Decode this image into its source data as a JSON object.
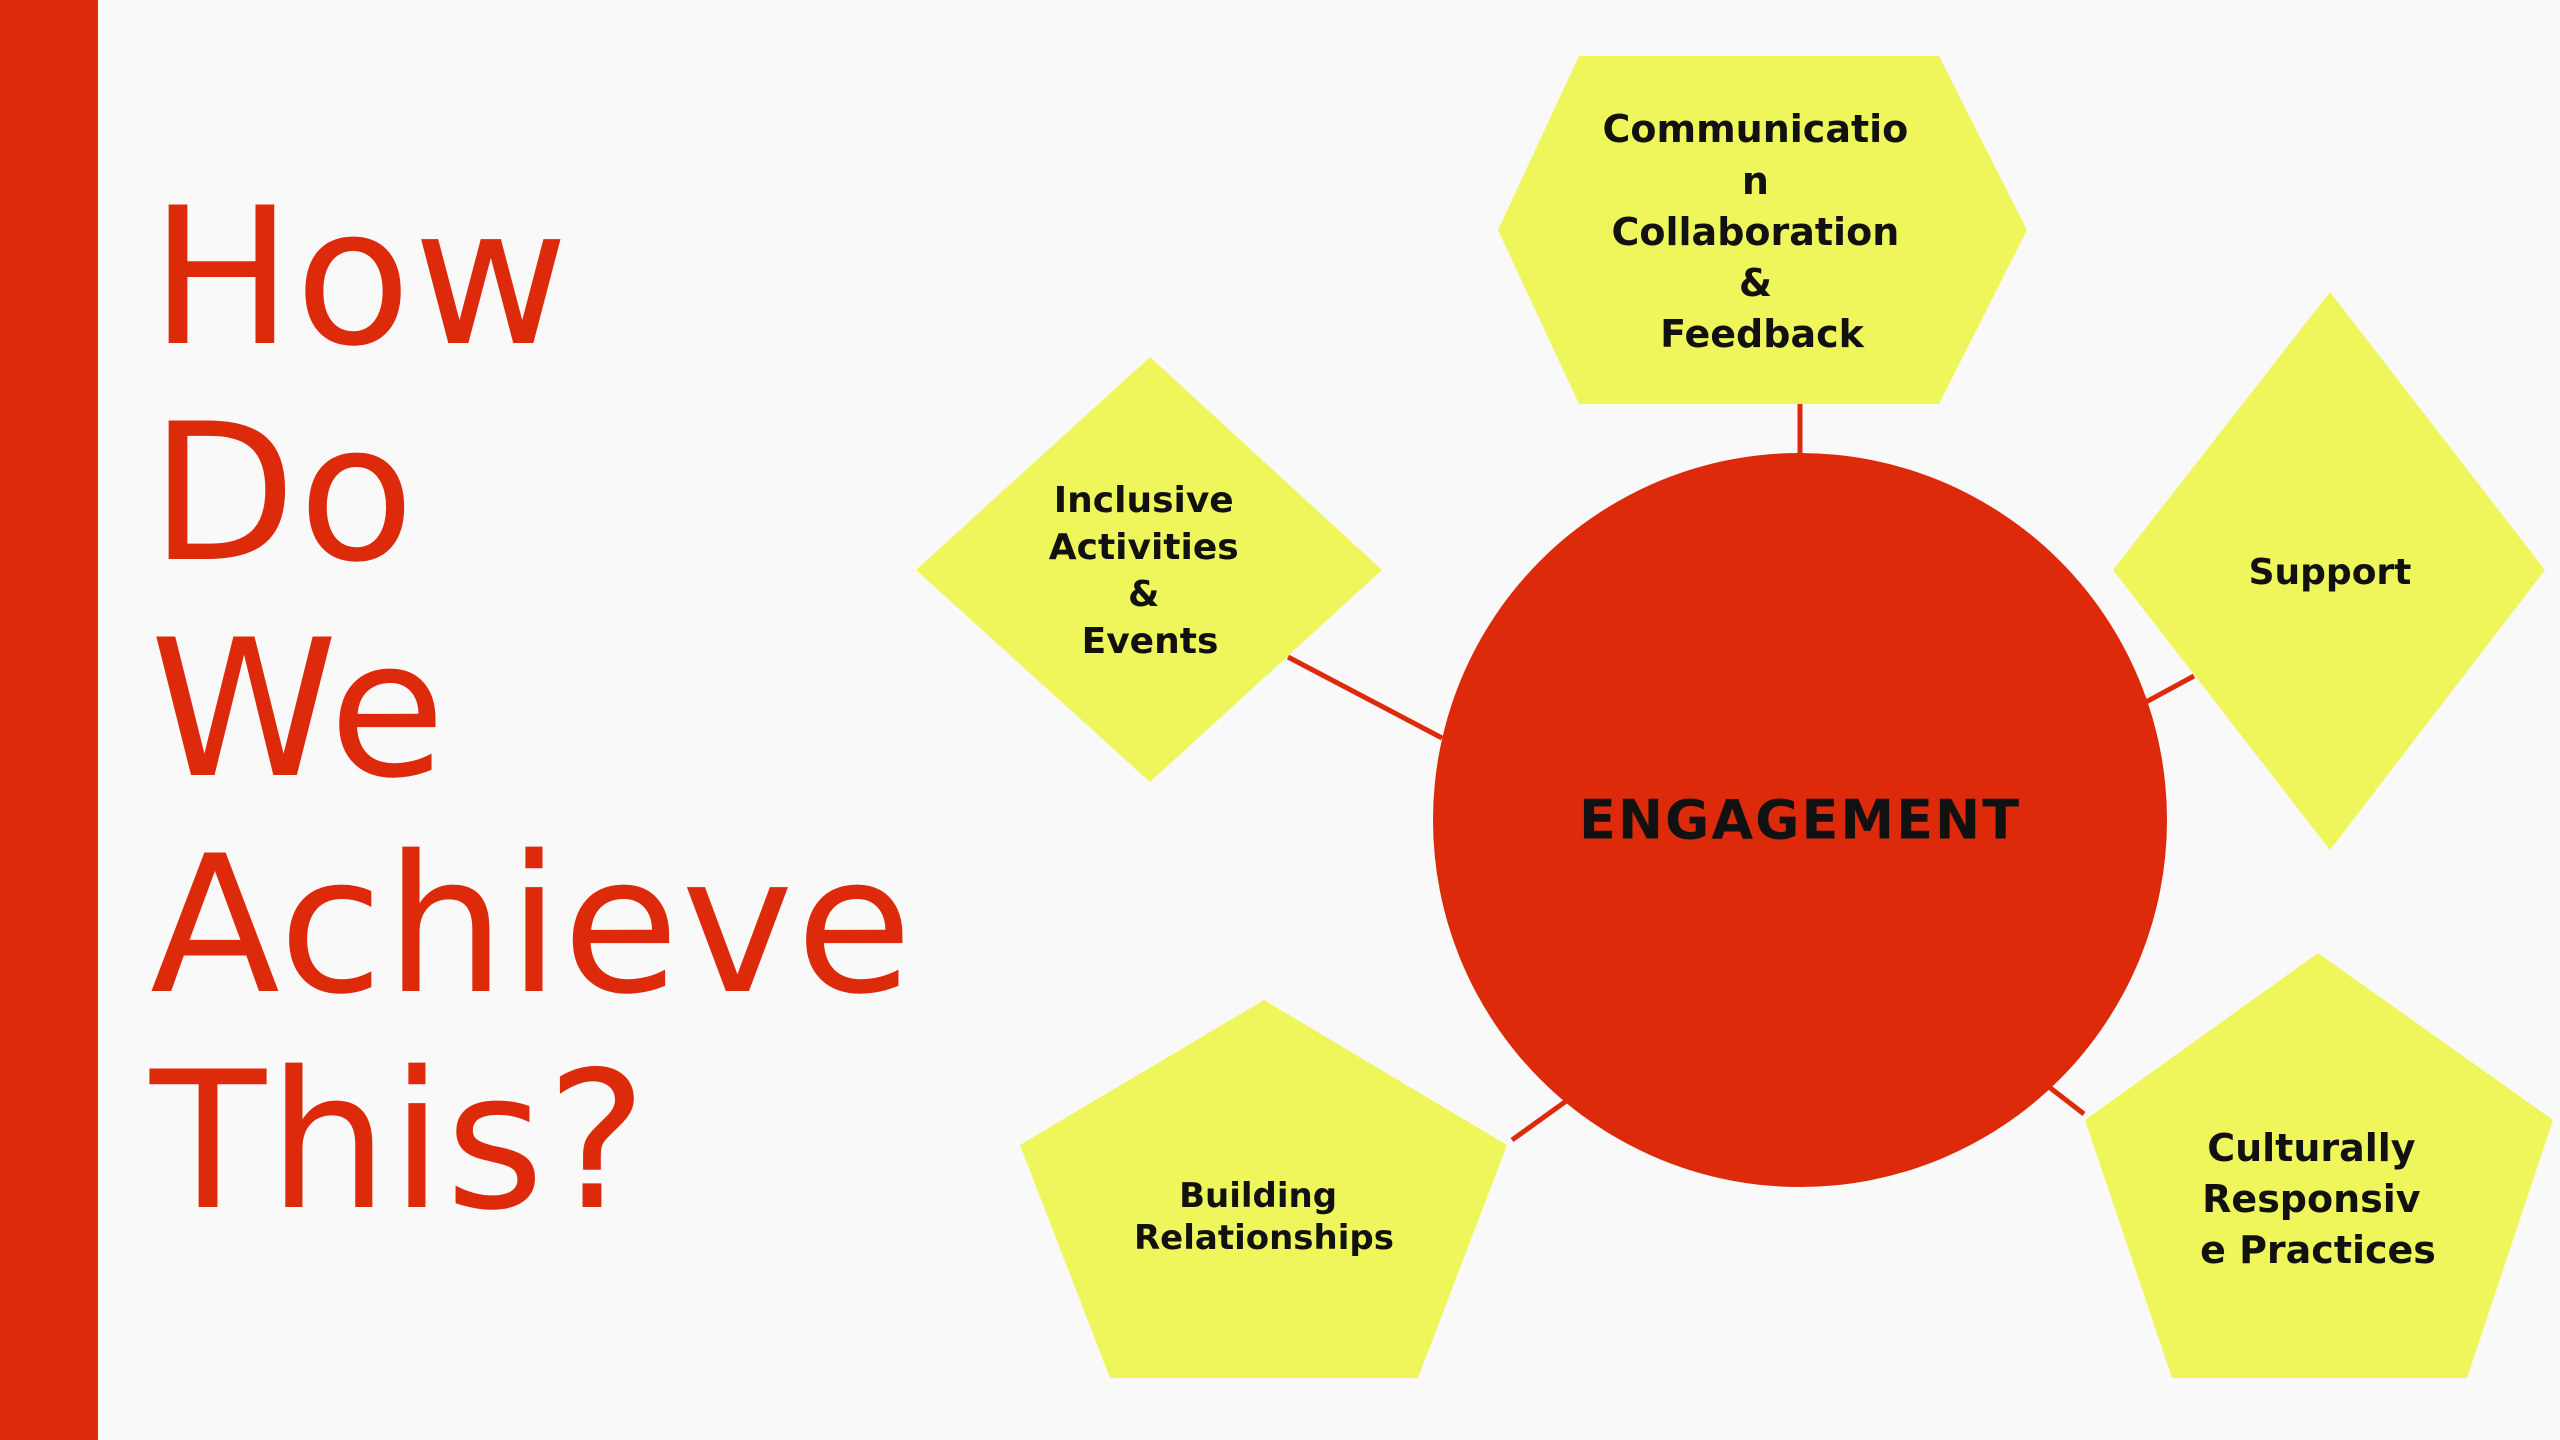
{
  "colors": {
    "accent_red": "#dd2a0b",
    "node_yellow": "#eff65c",
    "text_dark": "#111111",
    "background": "#f9f9f9"
  },
  "title": {
    "lines": [
      "How",
      "Do",
      "We",
      "Achieve",
      "This?"
    ]
  },
  "diagram": {
    "center": {
      "label": "ENGAGEMENT"
    },
    "nodes": [
      {
        "id": "communication",
        "shape": "hexagon",
        "lines": [
          "Communicatio",
          "n",
          "Collaboration",
          "&",
          "Feedback"
        ]
      },
      {
        "id": "inclusive",
        "shape": "diamond",
        "lines": [
          "Inclusive",
          "Activities",
          "&",
          "Events"
        ]
      },
      {
        "id": "support",
        "shape": "diamond",
        "lines": [
          "Support"
        ]
      },
      {
        "id": "building",
        "shape": "pentagon",
        "lines": [
          "Building",
          "Relationships"
        ]
      },
      {
        "id": "culturally",
        "shape": "pentagon",
        "lines": [
          "Culturally",
          "Responsiv",
          "e Practices"
        ]
      }
    ]
  }
}
